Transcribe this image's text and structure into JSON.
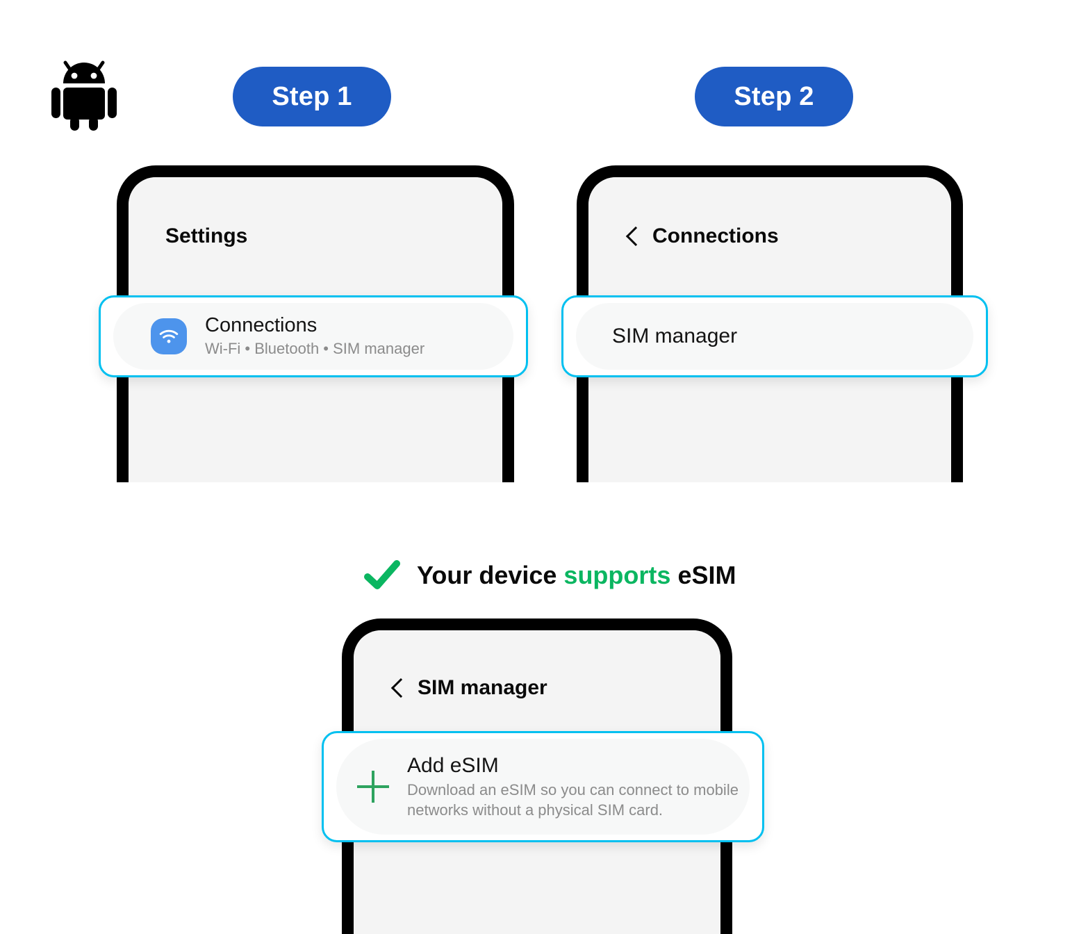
{
  "theme": {
    "step_pill_blue": "#1f5cc4",
    "highlight_cyan": "#00c0f0",
    "success_green": "#0bb661",
    "plus_green": "#2ea35f",
    "wifi_icon_blue": "#4d94ec",
    "screen_gray": "#f4f4f4",
    "subtitle_gray": "#8b8b8b",
    "page_background": "#ffffff"
  },
  "logo": {
    "icon": "android-robot-icon"
  },
  "steps": [
    {
      "label": "Step 1"
    },
    {
      "label": "Step 2"
    }
  ],
  "phones": [
    {
      "id": "settings",
      "header": {
        "title": "Settings",
        "has_back": false,
        "back_icon": "chevron-left-icon"
      },
      "card": {
        "icon": "wifi-icon",
        "title": "Connections",
        "subtitle": "Wi-Fi  •  Bluetooth  •  SIM manager"
      }
    },
    {
      "id": "connections",
      "header": {
        "title": "Connections",
        "has_back": true,
        "back_icon": "chevron-left-icon"
      },
      "card": {
        "title": "SIM manager"
      }
    },
    {
      "id": "sim-manager",
      "header": {
        "title": "SIM manager",
        "has_back": true,
        "back_icon": "chevron-left-icon"
      },
      "card": {
        "icon": "plus-icon",
        "title": "Add eSIM",
        "subtitle": "Download an eSIM so you can connect to mobile networks without a physical SIM card."
      }
    }
  ],
  "support_banner": {
    "icon": "green-check-icon",
    "text_before": "Your device ",
    "highlight": "supports",
    "text_after": " eSIM"
  }
}
